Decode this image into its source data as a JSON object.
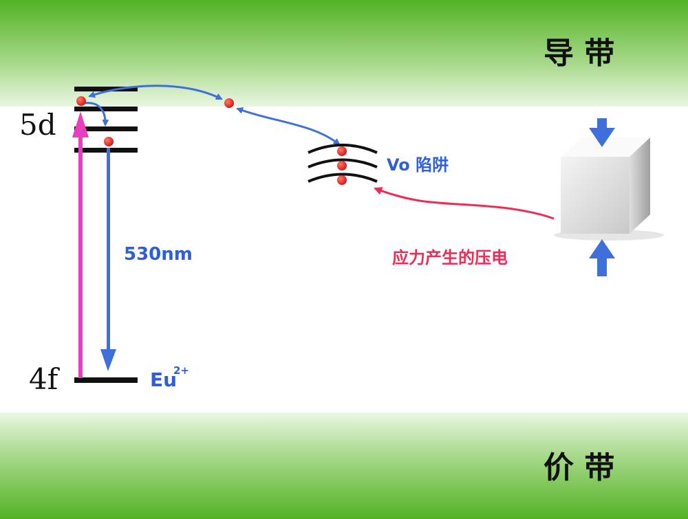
{
  "bands": {
    "conduction": "导 带",
    "valence": "价 带"
  },
  "levels": {
    "excited": "5d",
    "ground": "4f"
  },
  "emission": {
    "wavelength": "530nm"
  },
  "ion": {
    "symbol": "Eu",
    "charge": "2+"
  },
  "trap": {
    "label": "Vo 陷阱"
  },
  "stress": {
    "label": "应力产生的压电",
    "press_icon": "down-arrow, up-arrow",
    "object_icon": "cube"
  },
  "colors": {
    "band_green": "#5cb82a",
    "band_light": "#e6f5dc",
    "level_black": "#111111",
    "excitation_magenta": "#e83ec0",
    "transfer_blue": "#3f6fd8",
    "stress_red": "#ef2a55",
    "electron_red": "#e01b1b"
  }
}
